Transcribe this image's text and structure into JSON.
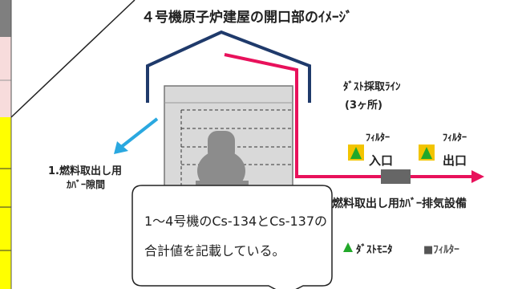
{
  "title": "４号機原子炉建屋の開口部のｲﾒｰｼﾞ",
  "dust_sampling_label": "ﾀﾞｽﾄ採取ﾗｲﾝ",
  "dust_sampling_count": "(3ヶ所)",
  "filter_label_1": "ﾌｨﾙﾀｰ",
  "filter_label_2": "ﾌｨﾙﾀｰ",
  "inlet_label": "入口",
  "outlet_label": "出口",
  "cover_gap_label_line1": "1.燃料取出し用",
  "cover_gap_label_line2": "ｶﾊﾞｰ隙間",
  "exhaust_equipment_label": "燃料取出し用ｶﾊﾞｰ排気設備",
  "legend": {
    "dust_monitor": "ﾀﾞｽﾄﾓﾆﾀ",
    "filter": "■ﾌｨﾙﾀｰ"
  },
  "callout": {
    "line1": "1～4号機のCs-134とCs-137の",
    "line2": "合計値を記載している。"
  },
  "colors": {
    "roof": "#1f3a6b",
    "duct": "#e8115b",
    "arrow": "#2aa8e0",
    "building_fill": "#d9d9d9",
    "monitor_square": "#f2c400",
    "monitor_triangle": "#22a82a",
    "filter_box": "#666666",
    "left_panel_yellow": "#ffff00",
    "left_panel_gray": "#7f7f7f",
    "left_panel_pink": "#f7dcdc"
  }
}
